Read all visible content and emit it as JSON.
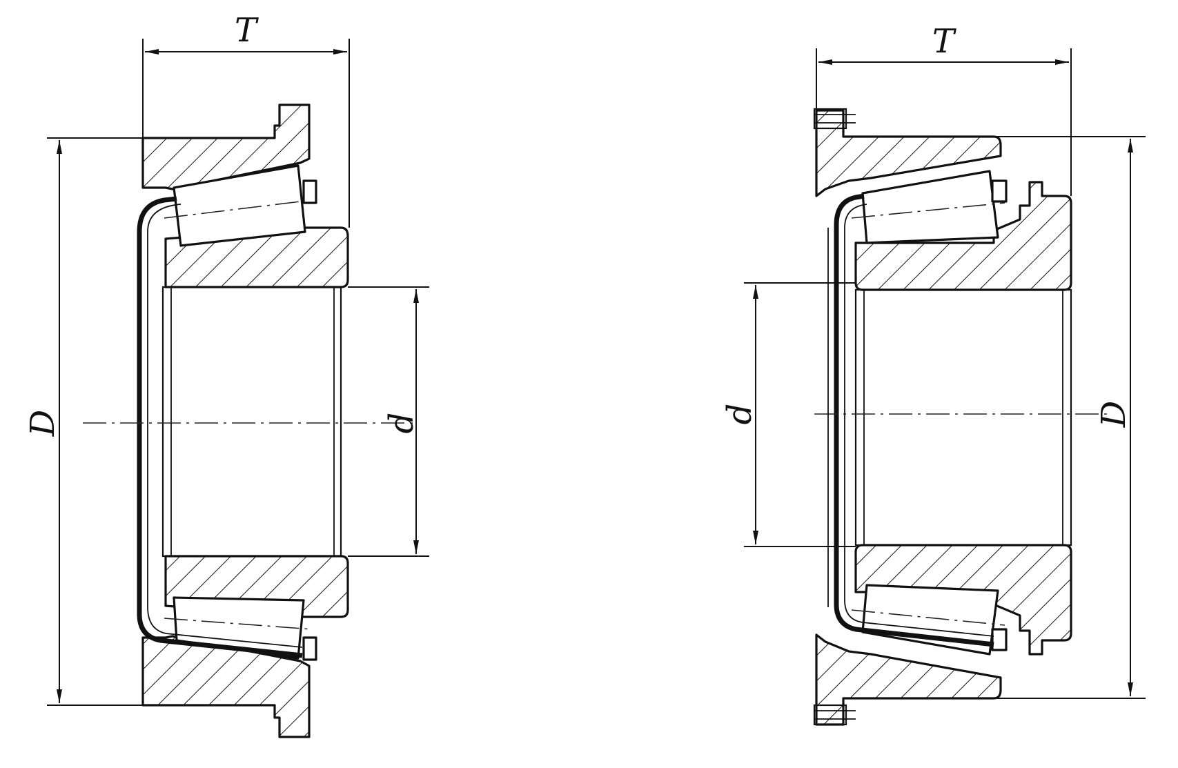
{
  "labels": {
    "left": {
      "width": "T",
      "outer_diameter": "D",
      "bore_diameter": "d"
    },
    "right": {
      "width": "T",
      "outer_diameter": "D",
      "bore_diameter": "d"
    }
  },
  "colors": {
    "line": "#111111",
    "background": "#ffffff"
  }
}
